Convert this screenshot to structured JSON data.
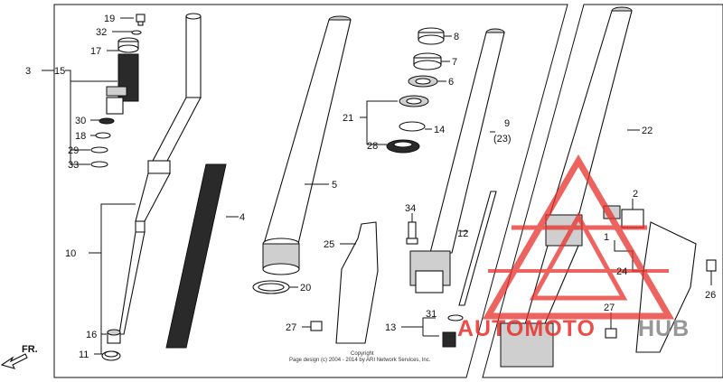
{
  "labels": {
    "p3": "3",
    "p15": "15",
    "p19": "19",
    "p32": "32",
    "p17": "17",
    "p30": "30",
    "p18": "18",
    "p29": "29",
    "p33": "33",
    "p10": "10",
    "p16": "16",
    "p11": "11",
    "p4": "4",
    "p5": "5",
    "p20": "20",
    "p25": "25",
    "p27a": "27",
    "p8": "8",
    "p7": "7",
    "p6": "6",
    "p21": "21",
    "p14": "14",
    "p28": "28",
    "p9": "9",
    "p23": "(23)",
    "p34": "34",
    "p12": "12",
    "p13": "13",
    "p31": "31",
    "p22": "22",
    "p2": "2",
    "p1": "1",
    "p24": "24",
    "p26": "26",
    "p27b": "27"
  },
  "direction_label": "FR.",
  "copyright": {
    "line1": "Copyright",
    "line2": "Page design (c) 2004 - 2014 by ARI Network Services, Inc."
  },
  "watermark": {
    "text_a": "AUTOMOTO",
    "text_b": "HUB",
    "color_red": "#e8302a",
    "color_grey": "#8c8c8c"
  }
}
